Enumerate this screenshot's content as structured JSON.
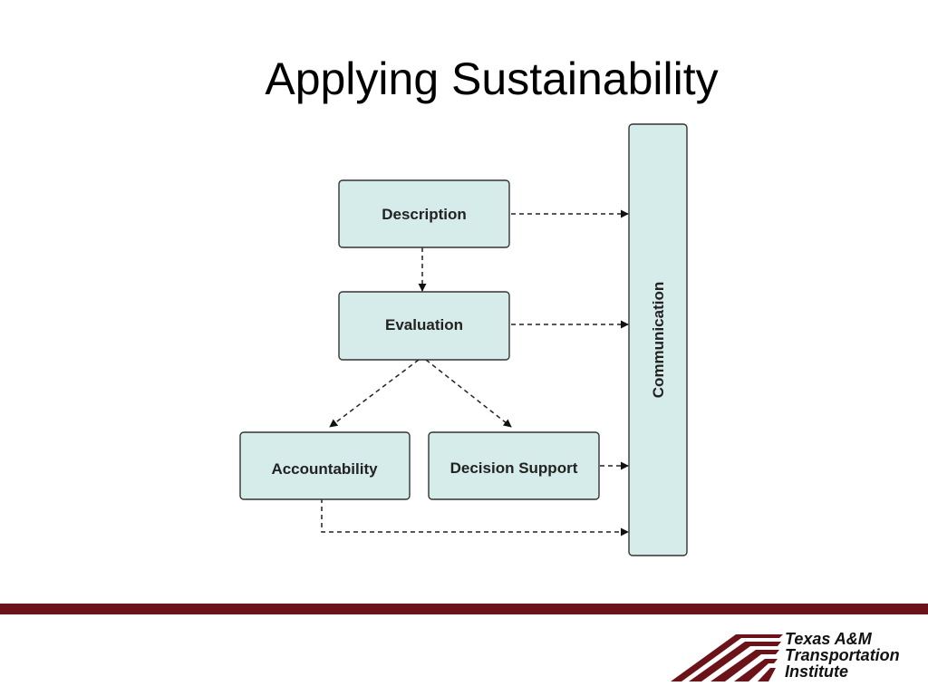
{
  "slide": {
    "title": "Applying Sustainability"
  },
  "diagram": {
    "nodes": {
      "description": "Description",
      "evaluation": "Evaluation",
      "accountability": "Accountability",
      "decision_support": "Decision Support",
      "communication": "Communication"
    },
    "edges": [
      [
        "Description",
        "Communication"
      ],
      [
        "Description",
        "Evaluation"
      ],
      [
        "Evaluation",
        "Communication"
      ],
      [
        "Evaluation",
        "Accountability"
      ],
      [
        "Evaluation",
        "Decision Support"
      ],
      [
        "Decision Support",
        "Communication"
      ],
      [
        "Accountability",
        "Communication"
      ]
    ]
  },
  "footer": {
    "logo_line1": "Texas A&M",
    "logo_line2": "Transportation",
    "logo_line3": "Institute",
    "bar_color": "#6b1318"
  },
  "colors": {
    "node_fill": "#d6ecea",
    "node_stroke": "#333333"
  }
}
